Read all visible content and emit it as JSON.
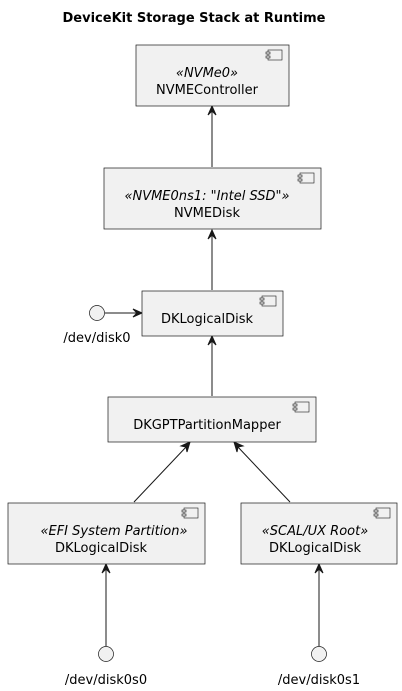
{
  "diagram": {
    "title": "DeviceKit Storage Stack at Runtime",
    "components": {
      "nvme_controller": {
        "stereotype": "«NVMe0»",
        "name": "NVMEController"
      },
      "nvme_disk": {
        "stereotype": "«NVME0ns1: \"Intel SSD\"»",
        "name": "NVMEDisk"
      },
      "logical_disk": {
        "name": "DKLogicalDisk"
      },
      "gpt_mapper": {
        "name": "DKGPTPartitionMapper"
      },
      "efi_partition": {
        "stereotype": "«EFI System Partition»",
        "name": "DKLogicalDisk"
      },
      "root_partition": {
        "stereotype": "«SCAL/UX Root»",
        "name": "DKLogicalDisk"
      }
    },
    "interfaces": {
      "disk0": "/dev/disk0",
      "disk0s0": "/dev/disk0s0",
      "disk0s1": "/dev/disk0s1"
    }
  }
}
